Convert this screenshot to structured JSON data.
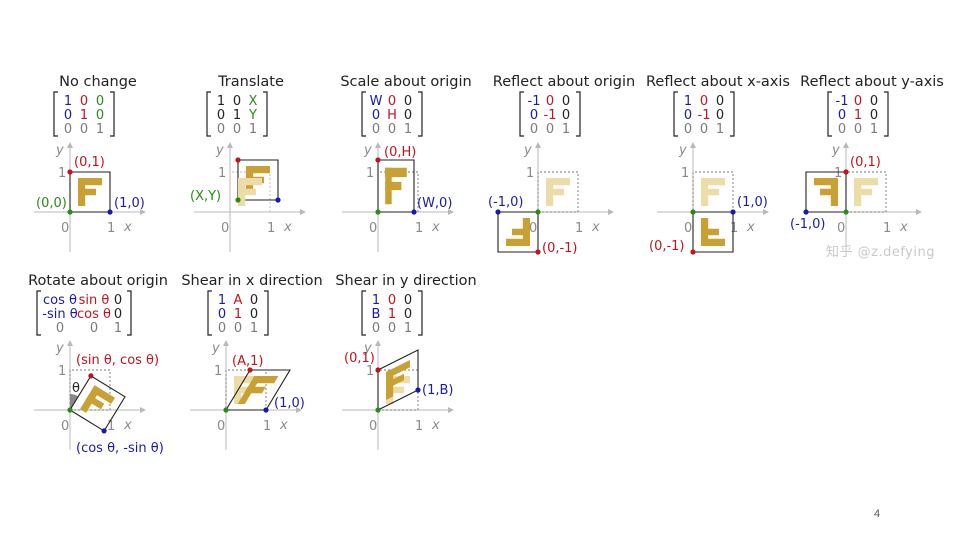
{
  "colors": {
    "red": "#c0141e",
    "blue": "#1a1aa8",
    "green": "#2a8a1a",
    "gray": "#7a7a7a",
    "dark": "#222222",
    "mark": "#c8a034",
    "mark_light": "#ecdca8",
    "panel_fill": "#f2f2f2"
  },
  "axis_labels": {
    "x": "x",
    "y": "y",
    "zero": "0",
    "one": "1"
  },
  "panels": [
    {
      "id": "no-change",
      "title": "No change",
      "matrix": [
        [
          {
            "t": "1",
            "c": "blue"
          },
          {
            "t": "0",
            "c": "red"
          },
          {
            "t": "0",
            "c": "green"
          }
        ],
        [
          {
            "t": "0",
            "c": "blue"
          },
          {
            "t": "1",
            "c": "red"
          },
          {
            "t": "0",
            "c": "green"
          }
        ],
        [
          {
            "t": "0",
            "c": "gray"
          },
          {
            "t": "0",
            "c": "gray"
          },
          {
            "t": "1",
            "c": "gray"
          }
        ]
      ],
      "labels": [
        {
          "text": "(0,1)",
          "c": "red"
        },
        {
          "text": "(0,0)",
          "c": "green"
        },
        {
          "text": "(1,0)",
          "c": "blue"
        }
      ]
    },
    {
      "id": "translate",
      "title": "Translate",
      "matrix": [
        [
          {
            "t": "1",
            "c": "dark"
          },
          {
            "t": "0",
            "c": "dark"
          },
          {
            "t": "X",
            "c": "green"
          }
        ],
        [
          {
            "t": "0",
            "c": "dark"
          },
          {
            "t": "1",
            "c": "dark"
          },
          {
            "t": "Y",
            "c": "green"
          }
        ],
        [
          {
            "t": "0",
            "c": "gray"
          },
          {
            "t": "0",
            "c": "gray"
          },
          {
            "t": "1",
            "c": "gray"
          }
        ]
      ],
      "labels": [
        {
          "text": "(X,Y)",
          "c": "green"
        }
      ]
    },
    {
      "id": "scale",
      "title": "Scale about origin",
      "matrix": [
        [
          {
            "t": "W",
            "c": "blue"
          },
          {
            "t": "0",
            "c": "red"
          },
          {
            "t": "0",
            "c": "dark"
          }
        ],
        [
          {
            "t": "0",
            "c": "blue"
          },
          {
            "t": "H",
            "c": "red"
          },
          {
            "t": "0",
            "c": "dark"
          }
        ],
        [
          {
            "t": "0",
            "c": "gray"
          },
          {
            "t": "0",
            "c": "gray"
          },
          {
            "t": "1",
            "c": "gray"
          }
        ]
      ],
      "labels": [
        {
          "text": "(0,H)",
          "c": "red"
        },
        {
          "text": "(W,0)",
          "c": "blue"
        }
      ]
    },
    {
      "id": "reflect-origin",
      "title": "Reflect about origin",
      "matrix": [
        [
          {
            "t": "-1",
            "c": "blue"
          },
          {
            "t": "0",
            "c": "red"
          },
          {
            "t": "0",
            "c": "dark"
          }
        ],
        [
          {
            "t": "0",
            "c": "blue"
          },
          {
            "t": "-1",
            "c": "red"
          },
          {
            "t": "0",
            "c": "dark"
          }
        ],
        [
          {
            "t": "0",
            "c": "gray"
          },
          {
            "t": "0",
            "c": "gray"
          },
          {
            "t": "1",
            "c": "gray"
          }
        ]
      ],
      "labels": [
        {
          "text": "(-1,0)",
          "c": "blue"
        },
        {
          "text": "(0,-1)",
          "c": "red"
        }
      ]
    },
    {
      "id": "reflect-x",
      "title": "Reflect about x-axis",
      "matrix": [
        [
          {
            "t": "1",
            "c": "blue"
          },
          {
            "t": "0",
            "c": "red"
          },
          {
            "t": "0",
            "c": "dark"
          }
        ],
        [
          {
            "t": "0",
            "c": "blue"
          },
          {
            "t": "-1",
            "c": "red"
          },
          {
            "t": "0",
            "c": "dark"
          }
        ],
        [
          {
            "t": "0",
            "c": "gray"
          },
          {
            "t": "0",
            "c": "gray"
          },
          {
            "t": "1",
            "c": "gray"
          }
        ]
      ],
      "labels": [
        {
          "text": "(1,0)",
          "c": "blue"
        },
        {
          "text": "(0,-1)",
          "c": "red"
        }
      ]
    },
    {
      "id": "reflect-y",
      "title": "Reflect about y-axis",
      "matrix": [
        [
          {
            "t": "-1",
            "c": "blue"
          },
          {
            "t": "0",
            "c": "red"
          },
          {
            "t": "0",
            "c": "dark"
          }
        ],
        [
          {
            "t": "0",
            "c": "blue"
          },
          {
            "t": "1",
            "c": "red"
          },
          {
            "t": "0",
            "c": "dark"
          }
        ],
        [
          {
            "t": "0",
            "c": "gray"
          },
          {
            "t": "0",
            "c": "gray"
          },
          {
            "t": "1",
            "c": "gray"
          }
        ]
      ],
      "labels": [
        {
          "text": "(0,1)",
          "c": "red"
        },
        {
          "text": "(-1,0)",
          "c": "blue"
        }
      ]
    },
    {
      "id": "rotate",
      "title": "Rotate about origin",
      "matrix": [
        [
          {
            "t": "cos θ",
            "c": "blue"
          },
          {
            "t": "sin θ",
            "c": "red"
          },
          {
            "t": "0",
            "c": "dark"
          }
        ],
        [
          {
            "t": "-sin θ",
            "c": "blue"
          },
          {
            "t": "cos θ",
            "c": "red"
          },
          {
            "t": "0",
            "c": "dark"
          }
        ],
        [
          {
            "t": "0",
            "c": "gray"
          },
          {
            "t": "0",
            "c": "gray"
          },
          {
            "t": "1",
            "c": "gray"
          }
        ]
      ],
      "labels": [
        {
          "text": "(sin θ, cos θ)",
          "c": "red"
        },
        {
          "text": "θ",
          "c": "dark"
        },
        {
          "text": "(cos θ, -sin θ)",
          "c": "blue"
        }
      ]
    },
    {
      "id": "shear-x",
      "title": "Shear in x direction",
      "matrix": [
        [
          {
            "t": "1",
            "c": "blue"
          },
          {
            "t": "A",
            "c": "red"
          },
          {
            "t": "0",
            "c": "dark"
          }
        ],
        [
          {
            "t": "0",
            "c": "blue"
          },
          {
            "t": "1",
            "c": "red"
          },
          {
            "t": "0",
            "c": "dark"
          }
        ],
        [
          {
            "t": "0",
            "c": "gray"
          },
          {
            "t": "0",
            "c": "gray"
          },
          {
            "t": "1",
            "c": "gray"
          }
        ]
      ],
      "labels": [
        {
          "text": "(A,1)",
          "c": "red"
        },
        {
          "text": "(1,0)",
          "c": "blue"
        }
      ]
    },
    {
      "id": "shear-y",
      "title": "Shear in y direction",
      "matrix": [
        [
          {
            "t": "1",
            "c": "blue"
          },
          {
            "t": "0",
            "c": "red"
          },
          {
            "t": "0",
            "c": "dark"
          }
        ],
        [
          {
            "t": "B",
            "c": "blue"
          },
          {
            "t": "1",
            "c": "red"
          },
          {
            "t": "0",
            "c": "dark"
          }
        ],
        [
          {
            "t": "0",
            "c": "gray"
          },
          {
            "t": "0",
            "c": "gray"
          },
          {
            "t": "1",
            "c": "gray"
          }
        ]
      ],
      "labels": [
        {
          "text": "(0,1)",
          "c": "red"
        },
        {
          "text": "(1,B)",
          "c": "blue"
        }
      ]
    }
  ],
  "watermark": "知乎 @z.defying",
  "page_number": "4"
}
